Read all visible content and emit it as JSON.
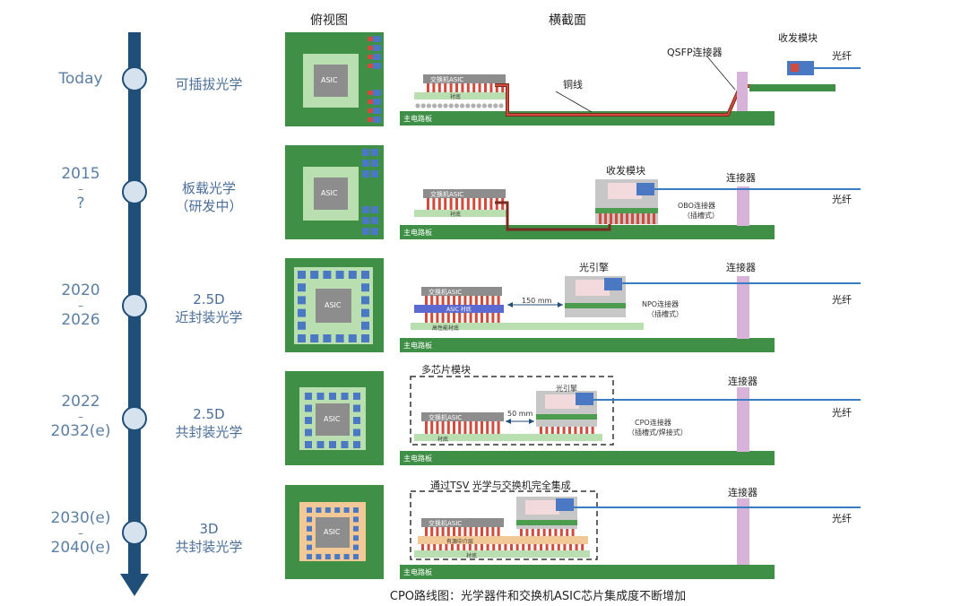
{
  "headers": {
    "top_view": "俯视图",
    "cross_section": "横截面"
  },
  "timeline": [
    {
      "year_lines": [
        "Today"
      ],
      "stage_lines": [
        "可插拔光学"
      ]
    },
    {
      "year_lines": [
        "2015",
        "–",
        "?"
      ],
      "stage_lines": [
        "板载光学",
        "（研发中）"
      ]
    },
    {
      "year_lines": [
        "2020",
        "–",
        "2026"
      ],
      "stage_lines": [
        "2.5D",
        "近封装光学"
      ]
    },
    {
      "year_lines": [
        "2022",
        "–",
        "2032(e)"
      ],
      "stage_lines": [
        "2.5D",
        "共封装光学"
      ]
    },
    {
      "year_lines": [
        "2030(e)",
        "–",
        "2040(e)"
      ],
      "stage_lines": [
        "3D",
        "共封装光学"
      ]
    }
  ],
  "asic_label": "ASIC",
  "rows": [
    {
      "board": "主电路板",
      "switch": "交换机ASIC",
      "substrate": "衬底",
      "copper": "铜线",
      "connector_top": "QSFP连接器",
      "module": "收发模块",
      "fiber": "光纤"
    },
    {
      "board": "主电路板",
      "switch": "交换机ASIC",
      "substrate": "衬底",
      "module": "收发模块",
      "connector": "连接器",
      "side_connector_1": "OBO连接器",
      "side_connector_2": "（插槽式）",
      "fiber": "光纤"
    },
    {
      "board": "主电路板",
      "switch": "交换机ASIC",
      "asic_substrate": "ASIC 衬底",
      "high_substrate": "高性能衬底",
      "distance": "150 mm",
      "engine": "光引擎",
      "connector": "连接器",
      "side_connector_1": "NPO连接器",
      "side_connector_2": "（插槽式）",
      "fiber": "光纤"
    },
    {
      "board": "主电路板",
      "multichip": "多芯片模块",
      "switch": "交换机ASIC",
      "substrate": "衬底",
      "distance": "50 mm",
      "engine": "光引擎",
      "connector": "连接器",
      "side_connector_1": "CPO连接器",
      "side_connector_2": "（插槽式/焊接式）",
      "fiber": "光纤"
    },
    {
      "board": "主电路板",
      "tsv": "通过TSV 光学与交换机完全集成",
      "switch": "交换机ASIC",
      "interposer": "有源中介层",
      "substrate": "衬底",
      "connector": "连接器",
      "fiber": "光纤"
    }
  ],
  "caption": "CPO路线图：光学器件和交换机ASIC芯片集成度不断增加",
  "colors": {
    "timeline": "#1f4e79",
    "board": "#3f8f47",
    "fiber": "#3a7cc2",
    "connector": "#d7b3da",
    "copper": "#d24b3c"
  }
}
